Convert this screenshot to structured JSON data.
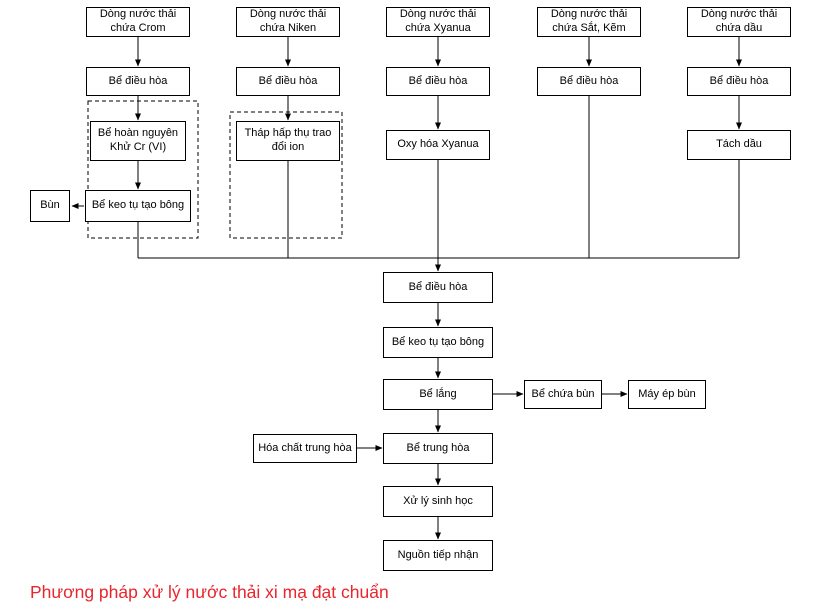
{
  "caption": "Phương pháp xử lý nước thải xi mạ đạt chuẩn",
  "colors": {
    "caption": "#e8262d",
    "line": "#000000",
    "box_border": "#000000",
    "box_bg": "#ffffff"
  },
  "nodes": {
    "src_crom": "Dòng nước thải chứa Crom",
    "src_niken": "Dòng nước thải chứa Niken",
    "src_xyanua": "Dòng nước thải chứa Xyanua",
    "src_sat_kem": "Dòng nước thải chứa Sắt, Kẽm",
    "src_dau": "Dòng nước thải chứa dầu",
    "eq1": "Bể điều hòa",
    "eq2": "Bể điều hòa",
    "eq3": "Bể điều hòa",
    "eq4": "Bể điều hòa",
    "eq5": "Bể điều hòa",
    "hoan_nguyen": "Bể hoàn nguyên Khử Cr (VI)",
    "thap_hap_thu": "Tháp hấp thụ trao đổi ion",
    "oxy_hoa": "Oxy hóa Xyanua",
    "tach_dau": "Tách dầu",
    "keo_tu_1": "Bể keo tụ tạo bông",
    "bun": "Bùn",
    "eq_main": "Bể điều hòa",
    "keo_tu_main": "Bể keo tụ tạo bông",
    "lang": "Bể lắng",
    "chua_bun": "Bể chứa bùn",
    "ep_bun": "Máy ép bùn",
    "hoa_chat": "Hóa chất trung hòa",
    "trung_hoa": "Bể trung hòa",
    "sinh_hoc": "Xử lý sinh học",
    "tiep_nhan": "Nguồn tiếp nhận"
  }
}
